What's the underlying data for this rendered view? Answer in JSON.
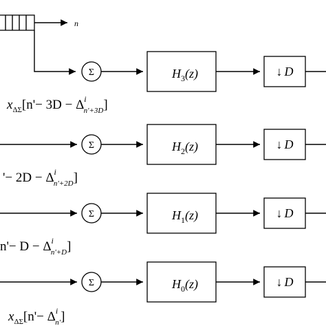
{
  "register": {
    "output_label": "n"
  },
  "sum_symbol": "Σ",
  "down_symbol": "↓",
  "branches": [
    {
      "filter": {
        "name": "H",
        "sub": "3",
        "arg": "(z)"
      },
      "decimator": {
        "factor": "D"
      },
      "signal": {
        "prefix": "x",
        "prefix_sub": "ΔΣ",
        "main": "[n'− 3D − Δ",
        "sup": "i",
        "sub": "n'+3D",
        "close": "]"
      }
    },
    {
      "filter": {
        "name": "H",
        "sub": "2",
        "arg": "(z)"
      },
      "decimator": {
        "factor": "D"
      },
      "signal": {
        "prefix": "",
        "prefix_sub": "",
        "main": "'− 2D − Δ",
        "sup": "i",
        "sub": "n'+2D",
        "close": "]"
      }
    },
    {
      "filter": {
        "name": "H",
        "sub": "1",
        "arg": "(z)"
      },
      "decimator": {
        "factor": "D"
      },
      "signal": {
        "prefix": "",
        "prefix_sub": "",
        "main": "n'− D − Δ",
        "sup": "i",
        "sub": "n'+D",
        "close": "]"
      }
    },
    {
      "filter": {
        "name": "H",
        "sub": "0",
        "arg": "(z)"
      },
      "decimator": {
        "factor": "D"
      },
      "signal": {
        "prefix": "x",
        "prefix_sub": "ΔΣ",
        "main": "[n'− Δ",
        "sup": "i",
        "sub": "n'",
        "close": "]"
      }
    }
  ]
}
